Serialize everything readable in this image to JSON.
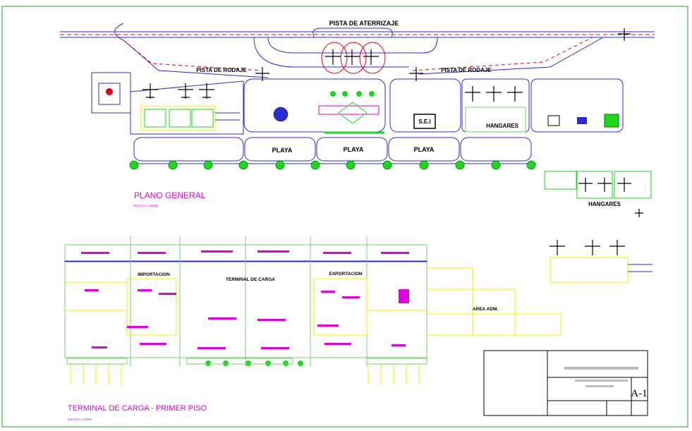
{
  "labels": {
    "runway": "PISTA DE ATERRIZAJE",
    "taxiway_left": "PISTA DE RODAJE",
    "taxiway_right": "PISTA DE RODAJE",
    "hangars_center": "HANGARES",
    "hangars_right": "HANGARES",
    "sei": "S.E.I",
    "parking": [
      "PLAYA",
      "PLAYA",
      "PLAYA"
    ],
    "import": "IMPORTACION",
    "cargo_terminal": "TERMINAL DE CARGA",
    "export": "EXPORTACION",
    "admin_area": "AREA ADM."
  },
  "titles": {
    "general_plan": "PLANO GENERAL",
    "general_scale": "ESCALA: 1/2000",
    "cargo_plan": "TERMINAL DE CARGA - PRIMER PISO",
    "cargo_scale": "ESCALA: 1/1000"
  },
  "title_block": {
    "sheet": "A-1"
  },
  "colors": {
    "runway": "#2b2bd6",
    "centerline": "#e0001b",
    "title_magenta": "#e000e0",
    "green": "#1ed61e",
    "yellow": "#f2f200",
    "walls": "#6fd66f"
  }
}
